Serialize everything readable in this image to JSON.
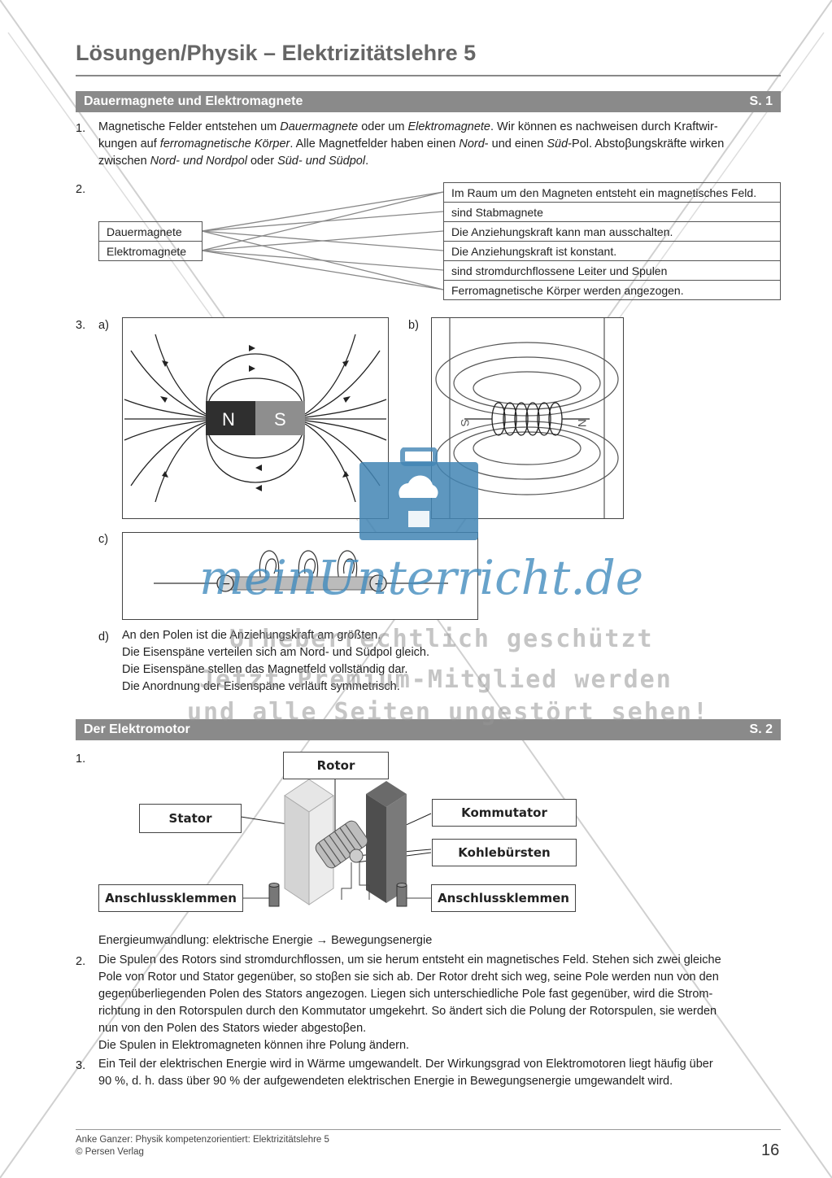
{
  "header": {
    "title": "Lösungen/Physik – Elektrizitätslehre 5"
  },
  "section1": {
    "title": "Dauermagnete und Elektromagnete",
    "page": "S. 1",
    "q1": {
      "num": "1.",
      "line1": [
        "Magnetische Felder entstehen um ",
        "Dauermagnete",
        " oder um ",
        "Elektromagnete",
        ". Wir können es nachweisen durch Kraftwir-"
      ],
      "line2": [
        "kungen auf ",
        "ferromagnetische Körper",
        ". Alle Magnetfelder haben einen ",
        "Nord",
        "- und einen ",
        "Süd",
        "-Pol. Abstoβungskräfte wirken"
      ],
      "line3": [
        "zwischen ",
        "Nord- und Nordpol",
        " oder ",
        "Süd- und Südpol",
        "."
      ]
    },
    "q2": {
      "num": "2.",
      "left": [
        "Dauermagnete",
        "Elektromagnete"
      ],
      "right": [
        "Im Raum um den Magneten entsteht ein magnetisches Feld.",
        "sind Stabmagnete",
        "Die Anziehungskraft kann man ausschalten.",
        "Die Anziehungskraft ist konstant.",
        "sind stromdurchflossene Leiter und Spulen",
        "Ferromagnetische Körper werden angezogen."
      ]
    },
    "q3": {
      "num": "3.",
      "a": "a)",
      "b": "b)",
      "c": "c)",
      "d": "d)",
      "magnet_n": "N",
      "magnet_s": "S",
      "coil_s": "S",
      "coil_n": "N",
      "minus": "−",
      "plus": "+",
      "d_lines": [
        "An den Polen ist die Anziehungskraft am größten.",
        "Die Eisenspäne verteilen sich am Nord- und Südpol gleich.",
        "Die Eisenspäne stellen das Magnetfeld vollständig dar.",
        "Die Anordnung der Eisenspäne verläuft symmetrisch."
      ]
    }
  },
  "section2": {
    "title": "Der Elektromotor",
    "page": "S. 2",
    "q1": {
      "num": "1.",
      "labels": {
        "rotor": "Rotor",
        "stator": "Stator",
        "kommutator": "Kommutator",
        "kohlebuersten": "Kohlebürsten",
        "anschluss_left": "Anschlussklemmen",
        "anschluss_right": "Anschlussklemmen"
      },
      "energy": "Energieumwandlung: elektrische Energie → Bewegungsenergie"
    },
    "q2": {
      "num": "2.",
      "lines": [
        "Die Spulen des Rotors sind stromdurchflossen, um sie herum entsteht ein magnetisches Feld. Stehen sich zwei gleiche",
        "Pole von Rotor und Stator gegenüber, so stoβen sie sich ab. Der Rotor dreht sich weg, seine Pole werden nun von den",
        "gegenüberliegenden Polen des Stators angezogen. Liegen sich unterschiedliche Pole fast gegenüber, wird die Strom-",
        "richtung in den Rotorspulen durch den Kommutator umgekehrt. So ändert sich die Polung der Rotorspulen, sie werden",
        "nun von den Polen des Stators wieder abgestoβen.",
        "Die Spulen in Elektromagneten können ihre Polung ändern."
      ]
    },
    "q3": {
      "num": "3.",
      "lines": [
        "Ein Teil der elektrischen Energie wird in Wärme umgewandelt. Der Wirkungsgrad von Elektromotoren liegt häufig über",
        "90 %, d. h. dass über 90 % der aufgewendeten elektrischen Energie in Bewegungsenergie umgewandelt wird."
      ]
    }
  },
  "watermark": {
    "logo": "meinUnterricht.de",
    "line1": "Urheberrechtlich geschützt",
    "line2": "Jetzt Premium-Mitglied werden",
    "line3": "und alle Seiten ungestört sehen!"
  },
  "footer": {
    "credit": "Anke Ganzer: Physik kompetenzorientiert: Elektrizitätslehre 5",
    "publisher": "© Persen Verlag",
    "page_number": "16"
  }
}
